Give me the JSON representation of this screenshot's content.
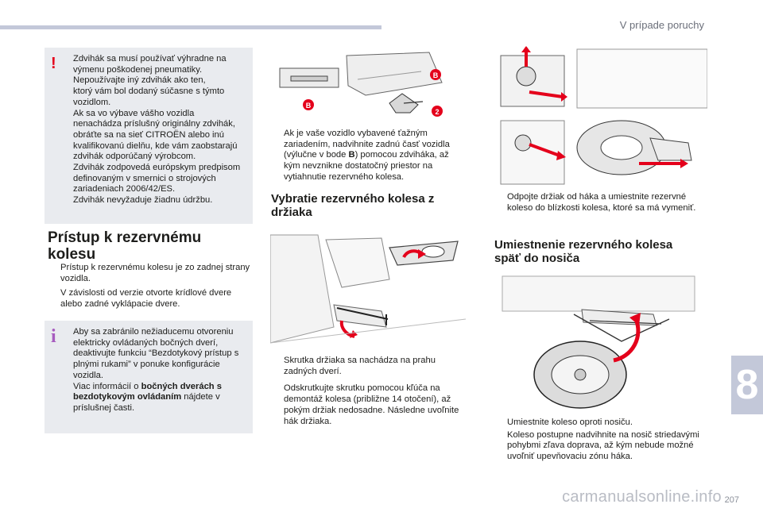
{
  "header": {
    "section_title": "V prípade poruchy"
  },
  "warning": {
    "lines": [
      "Zdvihák sa musí používať výhradne na",
      "výmenu poškodenej pneumatiky.",
      "Nepoužívajte iný zdvihák ako ten,",
      "ktorý vám bol dodaný súčasne s týmto",
      "vozidlom.",
      "Ak sa vo výbave vášho vozidla",
      "nenachádza príslušný originálny zdvihák,",
      "obráťte sa na sieť CITROËN alebo inú",
      "kvalifikovanú dielňu, kde vám zaobstarajú",
      "zdvihák odporúčaný výrobcom.",
      "Zdvihák zodpovedá európskym predpisom",
      "definovaným v smernici o strojových",
      "zariadeniach 2006/42/ES.",
      "Zdvihák nevyžaduje žiadnu údržbu."
    ]
  },
  "access": {
    "title": "Prístup k rezervnému kolesu",
    "bullets": [
      "Prístup k rezervnému kolesu je zo zadnej strany vozidla.",
      "V závislosti od verzie otvorte krídlové dvere alebo zadné vyklápacie dvere."
    ]
  },
  "info": {
    "text_before": "Aby sa zabránilo nežiaducemu otvoreniu elektricky ovládaných bočných dverí, deaktivujte funkciu “Bezdotykový prístup s plnými rukami” v ponuke konfigurácie vozidla.",
    "text_mid_prefix": "Viac informácií o ",
    "text_bold": "bočných dverách s bezdotykovým ovládaním",
    "text_after": " nájdete v príslušnej časti."
  },
  "tow": {
    "bullet_prefix": "Ak je vaše vozidlo vybavené ťažným zariadením, nadvihnite zadnú časť vozidla (výlučne v bode ",
    "bullet_bold": "B",
    "bullet_suffix": ") pomocou zdviháka, až kým nevznikne dostatočný priestor na vytiahnutie rezervného kolesa."
  },
  "remove": {
    "title": "Vybratie rezervného kolesa z držiaka",
    "bullets": [
      "Skrutka držiaka sa nachádza na prahu zadných dverí.",
      "Odskrutkujte skrutku pomocou kľúča na demontáž kolesa (približne 14 otočení), až pokým držiak nedosadne. Následne uvoľnite hák držiaka."
    ]
  },
  "detach": {
    "bullets": [
      "Odpojte držiak od háka a umiestnite rezervné koleso do blízkosti kolesa, ktoré sa má vymeniť."
    ]
  },
  "refit": {
    "title": "Umiestnenie rezervného kolesa späť do nosiča",
    "bullets": [
      "Umiestnite koleso oproti nosiču.",
      "Koleso postupne nadvihnite na nosič striedavými pohybmi zľava doprava, až kým nebude možné uvoľniť upevňovaciu zónu háka."
    ]
  },
  "figure_labels": {
    "point_b": "B",
    "step_two": "2"
  },
  "chapter": {
    "number": "8"
  },
  "footer": {
    "page": "207",
    "watermark": "carmanualsonline.info"
  },
  "bullet_glyph": "",
  "colors": {
    "accent": "#c3c8d9",
    "warning": "#e4001b",
    "info": "#a75cbf",
    "arrow": "#e4001b"
  }
}
